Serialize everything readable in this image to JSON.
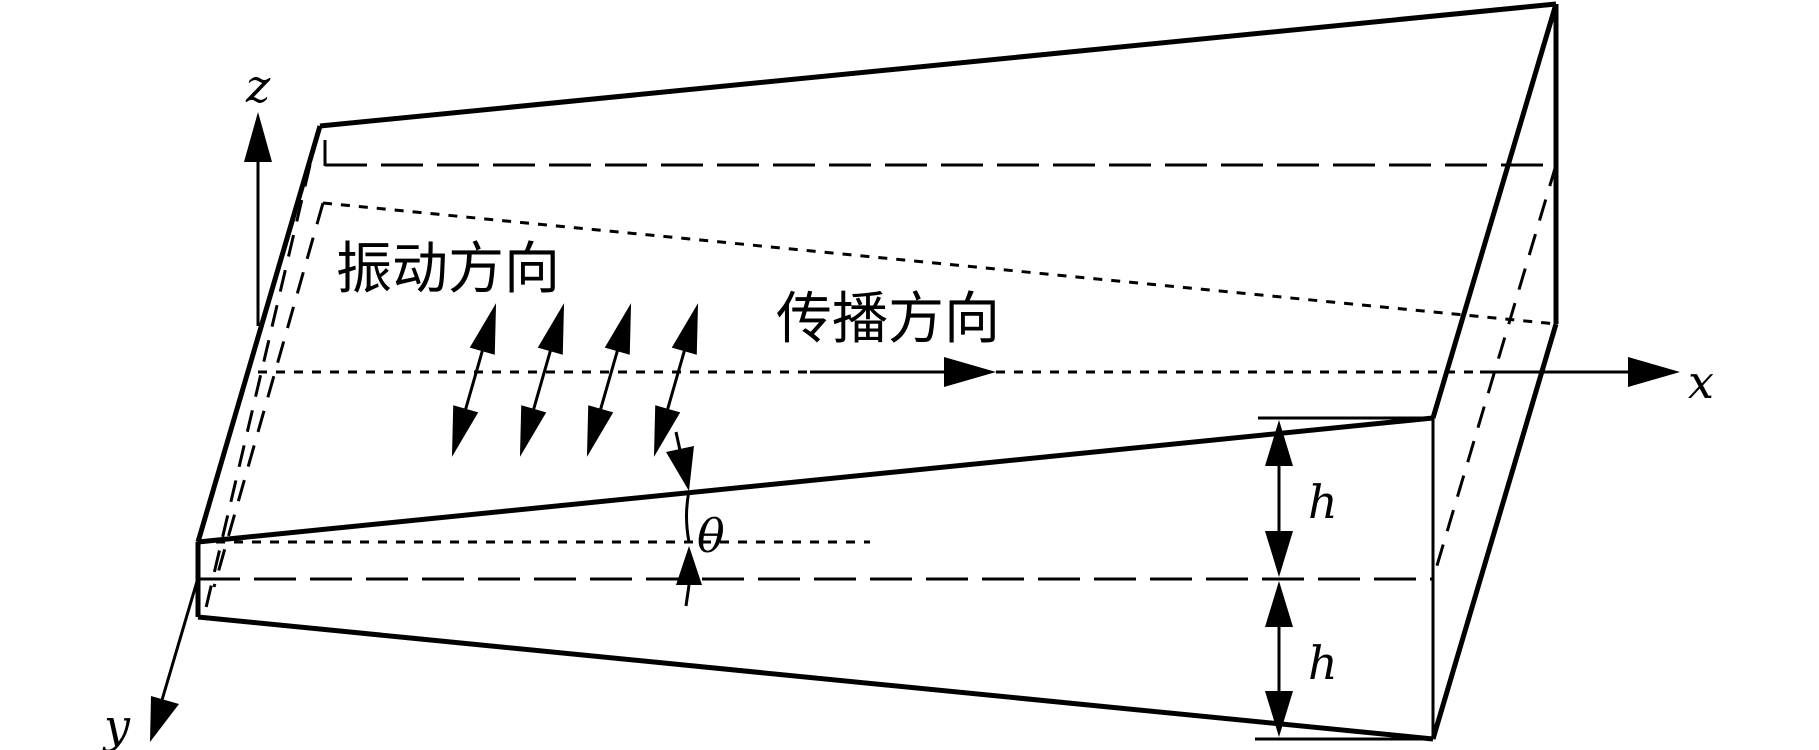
{
  "labels": {
    "vibration_direction": "振动方向",
    "propagation_direction": "传播方向",
    "axis_x": "x",
    "axis_y": "y",
    "axis_z": "z",
    "thickness_upper": "h",
    "thickness_lower": "h",
    "angle": "θ"
  }
}
